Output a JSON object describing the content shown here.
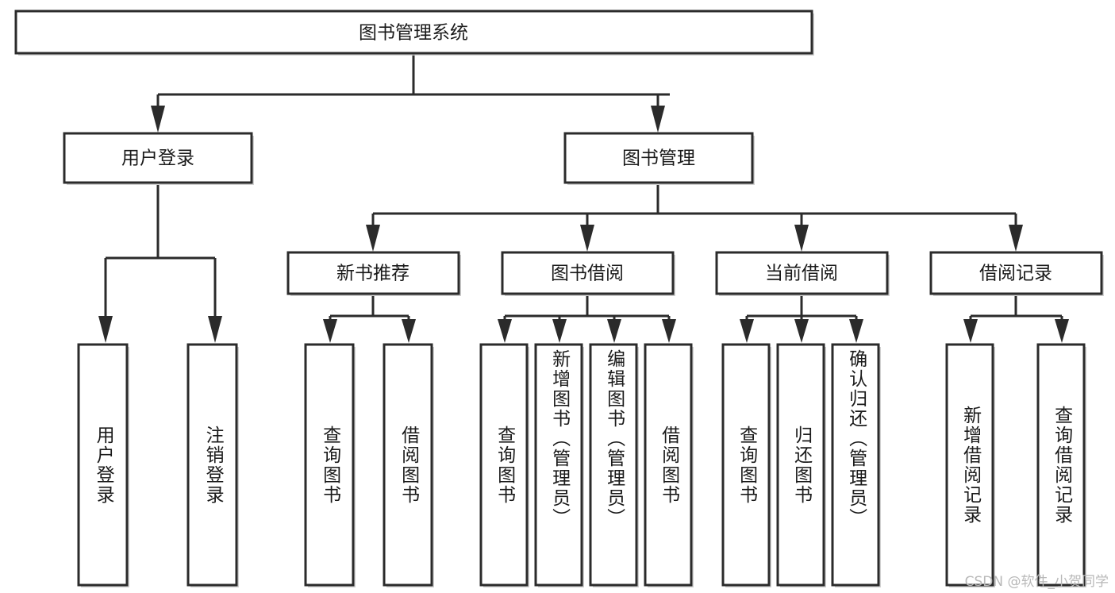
{
  "diagram": {
    "type": "tree",
    "title": "图书管理系统",
    "watermark": "CSDN @软件_小贺同学",
    "colors": {
      "box_stroke": "#2b2b2b",
      "box_fill": "#ffffff",
      "text": "#1a1a1a",
      "shadow": "#c9c9c9",
      "watermark": "#b8b8b8"
    },
    "levels": {
      "root": {
        "label": "图书管理系统"
      },
      "level2": [
        {
          "label": "用户登录"
        },
        {
          "label": "图书管理"
        }
      ],
      "level3": [
        {
          "label": "新书推荐"
        },
        {
          "label": "图书借阅"
        },
        {
          "label": "当前借阅"
        },
        {
          "label": "借阅记录"
        }
      ],
      "leaves": {
        "user_login": [
          {
            "label": "用户登录"
          },
          {
            "label": "注销登录"
          }
        ],
        "new_book_recommend": [
          {
            "label": "查询图书"
          },
          {
            "label": "借阅图书"
          }
        ],
        "book_borrow": [
          {
            "label": "查询图书"
          },
          {
            "label": "新增图书（管理员）"
          },
          {
            "label": "编辑图书（管理员）"
          },
          {
            "label": "借阅图书"
          }
        ],
        "current_borrow": [
          {
            "label": "查询图书"
          },
          {
            "label": "归还图书"
          },
          {
            "label": "确认归还（管理员）"
          }
        ],
        "borrow_record": [
          {
            "label": "新增借阅记录"
          },
          {
            "label": "查询借阅记录"
          }
        ]
      }
    }
  }
}
